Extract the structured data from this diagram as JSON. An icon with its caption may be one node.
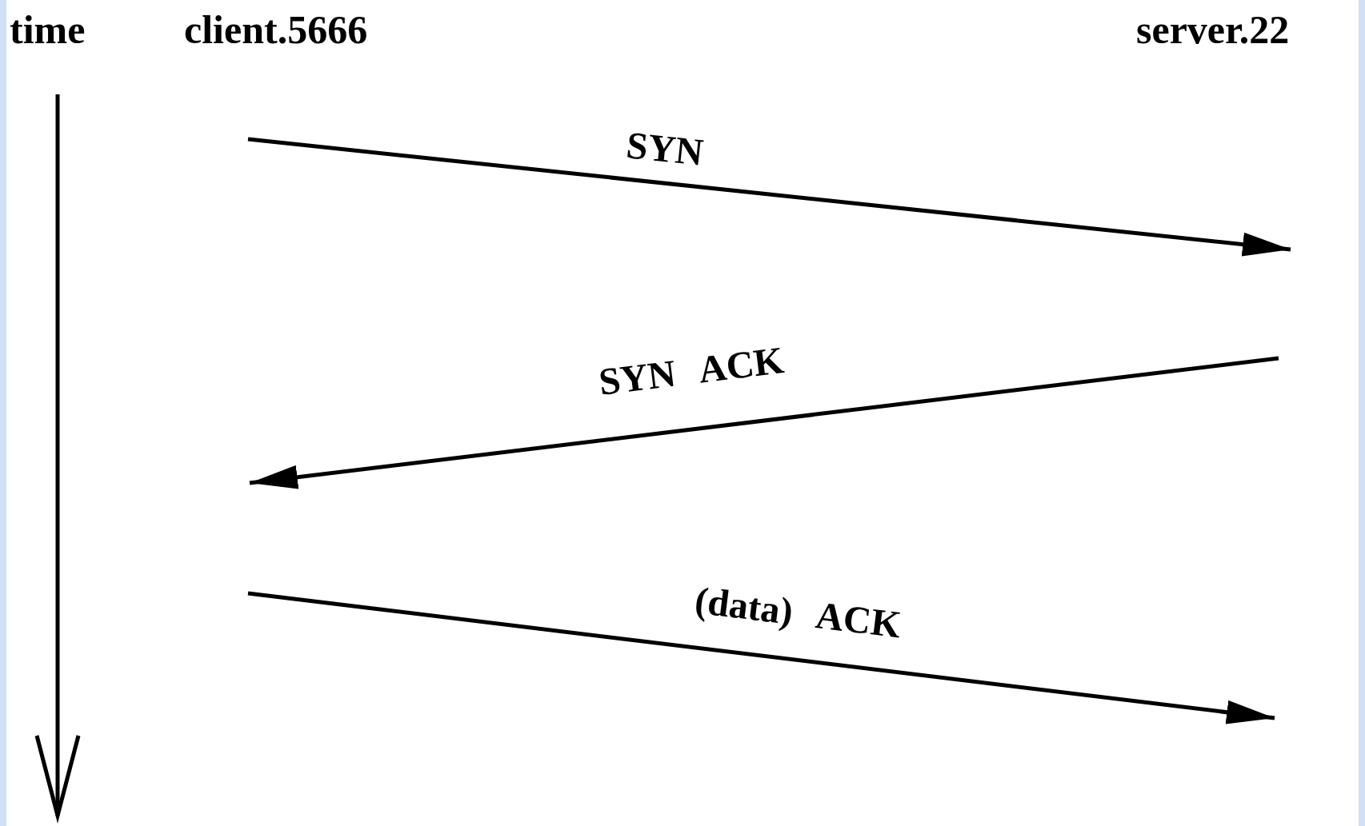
{
  "diagram": {
    "labels": [
      "time",
      "client.5666",
      "server.22",
      "SYN",
      "SYN ACK",
      "(data) ACK"
    ]
  }
}
